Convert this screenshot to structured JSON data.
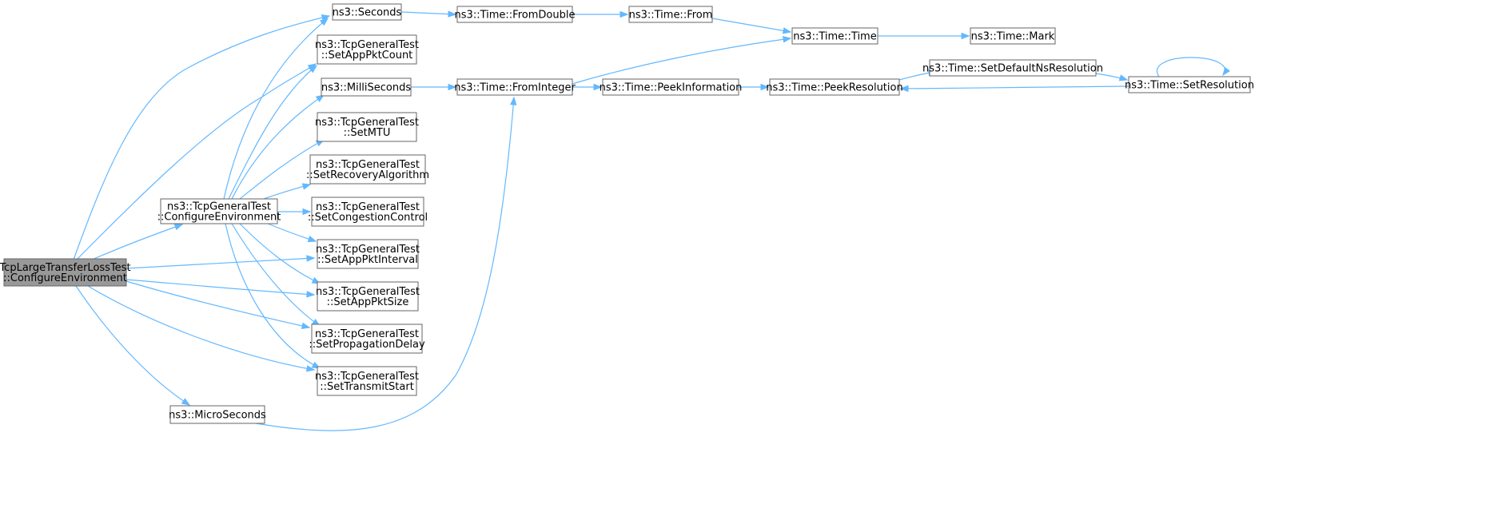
{
  "diagram": {
    "nodes": [
      {
        "id": "root",
        "lines": [
          "TcpLargeTransferLossTest",
          "::ConfigureEnvironment"
        ],
        "highlight": true
      },
      {
        "id": "gen_config",
        "lines": [
          "ns3::TcpGeneralTest",
          "::ConfigureEnvironment"
        ]
      },
      {
        "id": "microseconds",
        "lines": [
          "ns3::MicroSeconds"
        ]
      },
      {
        "id": "seconds",
        "lines": [
          "ns3::Seconds"
        ]
      },
      {
        "id": "setapppktcount",
        "lines": [
          "ns3::TcpGeneralTest",
          "::SetAppPktCount"
        ]
      },
      {
        "id": "milliseconds",
        "lines": [
          "ns3::MilliSeconds"
        ]
      },
      {
        "id": "setmtu",
        "lines": [
          "ns3::TcpGeneralTest",
          "::SetMTU"
        ]
      },
      {
        "id": "setrecovery",
        "lines": [
          "ns3::TcpGeneralTest",
          "::SetRecoveryAlgorithm"
        ]
      },
      {
        "id": "setcongestion",
        "lines": [
          "ns3::TcpGeneralTest",
          "::SetCongestionControl"
        ]
      },
      {
        "id": "setapppktinterval",
        "lines": [
          "ns3::TcpGeneralTest",
          "::SetAppPktInterval"
        ]
      },
      {
        "id": "setapppktsize",
        "lines": [
          "ns3::TcpGeneralTest",
          "::SetAppPktSize"
        ]
      },
      {
        "id": "setpropdelay",
        "lines": [
          "ns3::TcpGeneralTest",
          "::SetPropagationDelay"
        ]
      },
      {
        "id": "settransmitstart",
        "lines": [
          "ns3::TcpGeneralTest",
          "::SetTransmitStart"
        ]
      },
      {
        "id": "fromdouble",
        "lines": [
          "ns3::Time::FromDouble"
        ]
      },
      {
        "id": "frominteger",
        "lines": [
          "ns3::Time::FromInteger"
        ]
      },
      {
        "id": "from",
        "lines": [
          "ns3::Time::From"
        ]
      },
      {
        "id": "peekinformation",
        "lines": [
          "ns3::Time::PeekInformation"
        ]
      },
      {
        "id": "time",
        "lines": [
          "ns3::Time::Time"
        ]
      },
      {
        "id": "peekresolution",
        "lines": [
          "ns3::Time::PeekResolution"
        ]
      },
      {
        "id": "mark",
        "lines": [
          "ns3::Time::Mark"
        ]
      },
      {
        "id": "setdefaultns",
        "lines": [
          "ns3::Time::SetDefaultNsResolution"
        ]
      },
      {
        "id": "setresolution",
        "lines": [
          "ns3::Time::SetResolution"
        ]
      }
    ],
    "edges": [
      {
        "from": "root",
        "to": "seconds"
      },
      {
        "from": "root",
        "to": "setapppktcount"
      },
      {
        "from": "root",
        "to": "gen_config"
      },
      {
        "from": "root",
        "to": "setapppktinterval"
      },
      {
        "from": "root",
        "to": "setapppktsize"
      },
      {
        "from": "root",
        "to": "setpropdelay"
      },
      {
        "from": "root",
        "to": "settransmitstart"
      },
      {
        "from": "root",
        "to": "microseconds"
      },
      {
        "from": "gen_config",
        "to": "seconds"
      },
      {
        "from": "gen_config",
        "to": "setapppktcount"
      },
      {
        "from": "gen_config",
        "to": "milliseconds"
      },
      {
        "from": "gen_config",
        "to": "setmtu"
      },
      {
        "from": "gen_config",
        "to": "setrecovery"
      },
      {
        "from": "gen_config",
        "to": "setcongestion"
      },
      {
        "from": "gen_config",
        "to": "setapppktinterval"
      },
      {
        "from": "gen_config",
        "to": "setapppktsize"
      },
      {
        "from": "gen_config",
        "to": "setpropdelay"
      },
      {
        "from": "gen_config",
        "to": "settransmitstart"
      },
      {
        "from": "seconds",
        "to": "fromdouble"
      },
      {
        "from": "milliseconds",
        "to": "frominteger"
      },
      {
        "from": "microseconds",
        "to": "frominteger"
      },
      {
        "from": "fromdouble",
        "to": "from"
      },
      {
        "from": "from",
        "to": "time"
      },
      {
        "from": "frominteger",
        "to": "time"
      },
      {
        "from": "frominteger",
        "to": "peekinformation"
      },
      {
        "from": "time",
        "to": "mark"
      },
      {
        "from": "peekinformation",
        "to": "peekresolution"
      },
      {
        "from": "peekresolution",
        "to": "setdefaultns"
      },
      {
        "from": "setdefaultns",
        "to": "setresolution"
      },
      {
        "from": "setresolution",
        "to": "peekresolution"
      },
      {
        "from": "setresolution",
        "to": "setresolution"
      }
    ],
    "colors": {
      "edge": "#63b8ff",
      "node_border": "#666666",
      "node_fill": "#ffffff",
      "root_fill": "#999999",
      "text": "#000000"
    }
  }
}
